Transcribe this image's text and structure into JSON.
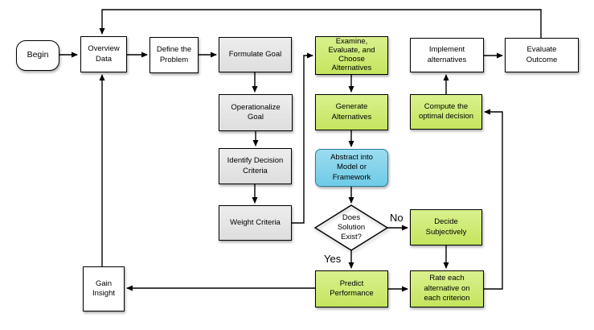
{
  "diagram": {
    "type": "flowchart",
    "nodes": {
      "begin": {
        "label": "Begin",
        "shape": "terminator",
        "color": "white"
      },
      "overview_data": {
        "label": "Overview\nData",
        "shape": "process",
        "color": "white"
      },
      "define_problem": {
        "label": "Define the\nProblem",
        "shape": "process",
        "color": "white"
      },
      "formulate_goal": {
        "label": "Formulate Goal",
        "shape": "process",
        "color": "gray"
      },
      "operationalize_goal": {
        "label": "Operationalize\nGoal",
        "shape": "process",
        "color": "gray"
      },
      "identify_decision_criteria": {
        "label": "Identify Decision\nCriteria",
        "shape": "process",
        "color": "gray"
      },
      "weight_criteria": {
        "label": "Weight Criteria",
        "shape": "process",
        "color": "gray"
      },
      "examine_evaluate_choose": {
        "label": "Examine,\nEvaluate, and\nChoose\nAlternatives",
        "shape": "process",
        "color": "green"
      },
      "generate_alternatives": {
        "label": "Generate\nAlternatives",
        "shape": "process",
        "color": "green"
      },
      "abstract_model": {
        "label": "Abstract into\nModel or\nFramework",
        "shape": "rounded",
        "color": "blue"
      },
      "does_solution_exist": {
        "label": "Does\nSolution\nExist?",
        "shape": "decision",
        "color": "green"
      },
      "decide_subjectively": {
        "label": "Decide\nSubjectively",
        "shape": "process",
        "color": "green"
      },
      "predict_performance": {
        "label": "Predict\nPerformance",
        "shape": "process",
        "color": "green"
      },
      "rate_each_alternative": {
        "label": "Rate each\nalternative on\neach criterion",
        "shape": "process",
        "color": "green"
      },
      "compute_optimal": {
        "label": "Compute the\noptimal decision",
        "shape": "process",
        "color": "green"
      },
      "implement_alternatives": {
        "label": "Implement\nalternatives",
        "shape": "process",
        "color": "white"
      },
      "evaluate_outcome": {
        "label": "Evaluate\nOutcome",
        "shape": "process",
        "color": "white"
      },
      "gain_insight": {
        "label": "Gain\nInsight",
        "shape": "process",
        "color": "white"
      }
    },
    "edge_labels": {
      "yes": "Yes",
      "no": "No"
    },
    "edges": [
      {
        "from": "begin",
        "to": "overview_data"
      },
      {
        "from": "overview_data",
        "to": "define_problem"
      },
      {
        "from": "define_problem",
        "to": "formulate_goal"
      },
      {
        "from": "formulate_goal",
        "to": "operationalize_goal"
      },
      {
        "from": "operationalize_goal",
        "to": "identify_decision_criteria"
      },
      {
        "from": "identify_decision_criteria",
        "to": "weight_criteria"
      },
      {
        "from": "weight_criteria",
        "to": "examine_evaluate_choose"
      },
      {
        "from": "examine_evaluate_choose",
        "to": "generate_alternatives"
      },
      {
        "from": "generate_alternatives",
        "to": "abstract_model"
      },
      {
        "from": "abstract_model",
        "to": "does_solution_exist"
      },
      {
        "from": "does_solution_exist",
        "to": "decide_subjectively",
        "label": "No"
      },
      {
        "from": "does_solution_exist",
        "to": "predict_performance",
        "label": "Yes"
      },
      {
        "from": "decide_subjectively",
        "to": "rate_each_alternative"
      },
      {
        "from": "predict_performance",
        "to": "rate_each_alternative"
      },
      {
        "from": "predict_performance",
        "to": "gain_insight"
      },
      {
        "from": "rate_each_alternative",
        "to": "compute_optimal"
      },
      {
        "from": "compute_optimal",
        "to": "implement_alternatives"
      },
      {
        "from": "implement_alternatives",
        "to": "evaluate_outcome"
      },
      {
        "from": "evaluate_outcome",
        "to": "overview_data"
      },
      {
        "from": "gain_insight",
        "to": "overview_data"
      }
    ],
    "colors": {
      "plain_white": "#ffffff",
      "process_gray": "#e4e4e4",
      "highlight_green": "#cbe96b",
      "model_blue": "#7fd3ec",
      "line": "#000000"
    }
  }
}
